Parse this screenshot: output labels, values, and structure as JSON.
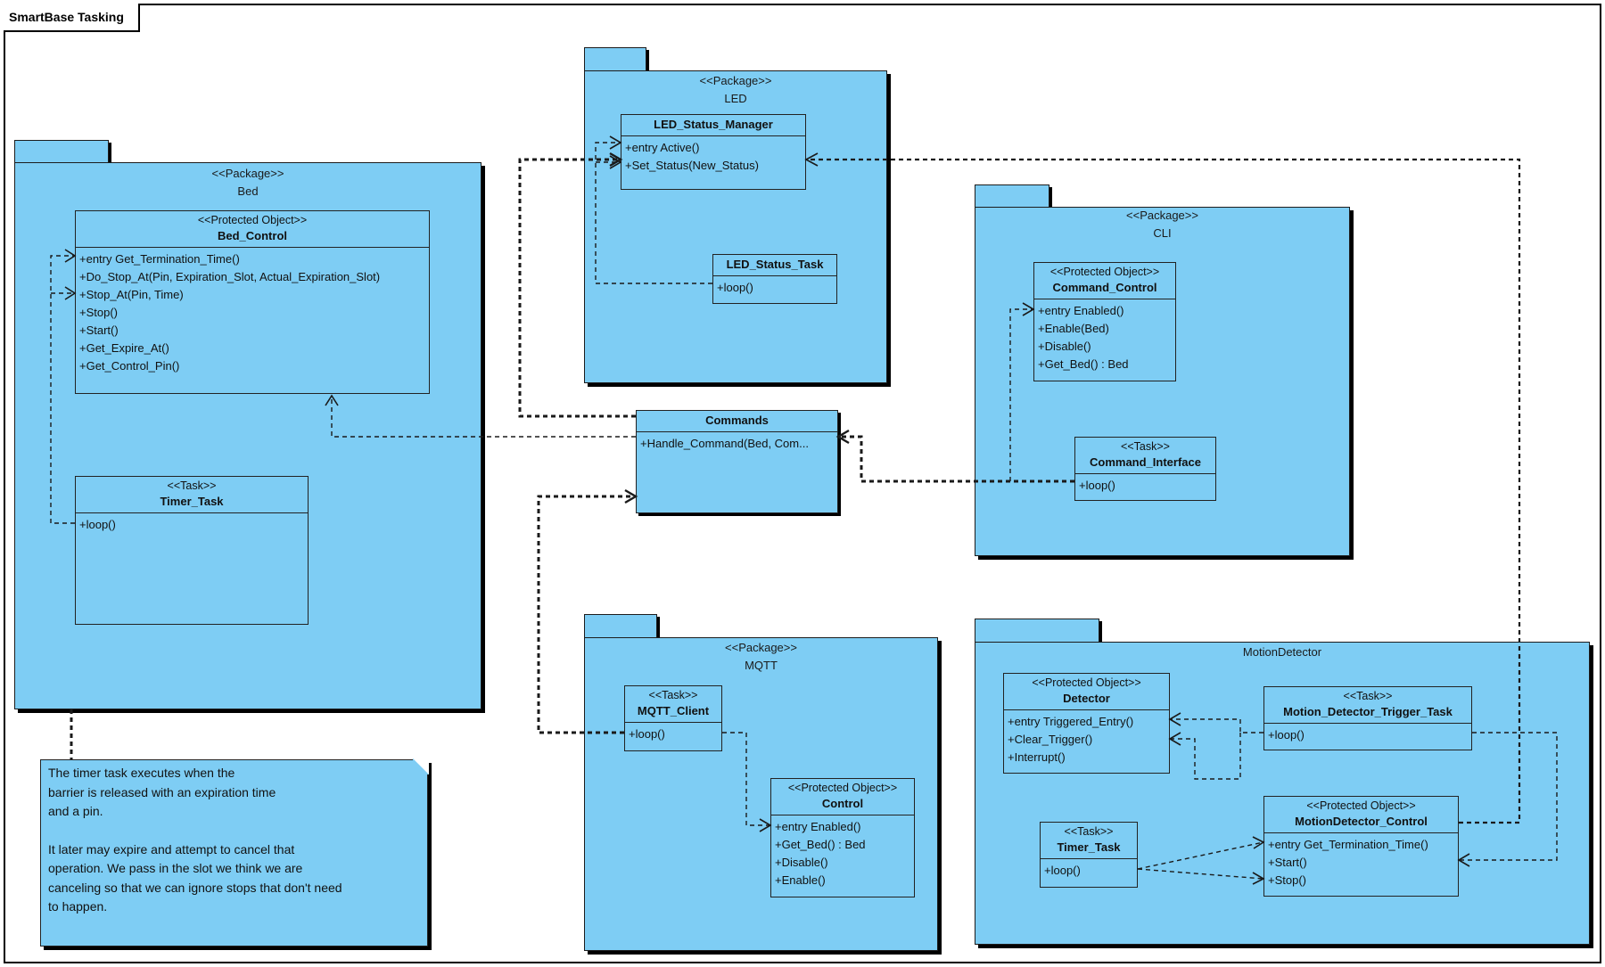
{
  "frame": {
    "title": "SmartBase Tasking"
  },
  "note": {
    "para1": [
      "The timer task executes when the",
      "barrier is released with an expiration time",
      "and a pin."
    ],
    "para2": [
      "It later may expire and attempt to cancel that",
      "operation. We pass in the slot we think we are",
      "canceling so that we can ignore stops that don't need",
      "to happen."
    ]
  },
  "packages": {
    "bed": {
      "stereotype": "<<Package>>",
      "name": "Bed"
    },
    "led": {
      "stereotype": "<<Package>>",
      "name": "LED"
    },
    "cli": {
      "stereotype": "<<Package>>",
      "name": "CLI"
    },
    "mqtt": {
      "stereotype": "<<Package>>",
      "name": "MQTT"
    },
    "motion": {
      "name": "MotionDetector"
    }
  },
  "classes": {
    "bed_control": {
      "stereotype": "<<Protected Object>>",
      "name": "Bed_Control",
      "ops": [
        "+entry Get_Termination_Time()",
        "+Do_Stop_At(Pin, Expiration_Slot, Actual_Expiration_Slot)",
        "+Stop_At(Pin, Time)",
        "+Stop()",
        "+Start()",
        "+Get_Expire_At()",
        "+Get_Control_Pin()"
      ]
    },
    "bed_timer_task": {
      "stereotype": "<<Task>>",
      "name": "Timer_Task",
      "ops": [
        "+loop()"
      ]
    },
    "led_status_manager": {
      "name": "LED_Status_Manager",
      "ops": [
        "+entry Active()",
        "+Set_Status(New_Status)"
      ]
    },
    "led_status_task": {
      "name": "LED_Status_Task",
      "ops": [
        "+loop()"
      ]
    },
    "commands": {
      "name": "Commands",
      "ops": [
        "+Handle_Command(Bed, Com..."
      ]
    },
    "command_control": {
      "stereotype": "<<Protected Object>>",
      "name": "Command_Control",
      "ops": [
        "+entry Enabled()",
        "+Enable(Bed)",
        "+Disable()",
        "+Get_Bed() : Bed"
      ]
    },
    "command_interface": {
      "stereotype": "<<Task>>",
      "name": "Command_Interface",
      "ops": [
        "+loop()"
      ]
    },
    "mqtt_client": {
      "stereotype": "<<Task>>",
      "name": "MQTT_Client",
      "ops": [
        "+loop()"
      ]
    },
    "mqtt_control": {
      "stereotype": "<<Protected Object>>",
      "name": "Control",
      "ops": [
        "+entry Enabled()",
        "+Get_Bed() : Bed",
        "+Disable()",
        "+Enable()"
      ]
    },
    "detector": {
      "stereotype": "<<Protected Object>>",
      "name": "Detector",
      "ops": [
        "+entry Triggered_Entry()",
        "+Clear_Trigger()",
        "+Interrupt()"
      ]
    },
    "motion_trigger_task": {
      "stereotype": "<<Task>>",
      "name": "Motion_Detector_Trigger_Task",
      "ops": [
        "+loop()"
      ]
    },
    "motion_timer_task": {
      "stereotype": "<<Task>>",
      "name": "Timer_Task",
      "ops": [
        "+loop()"
      ]
    },
    "motion_control": {
      "stereotype": "<<Protected Object>>",
      "name": "MotionDetector_Control",
      "ops": [
        "+entry Get_Termination_Time()",
        "+Start()",
        "+Stop()"
      ]
    }
  }
}
